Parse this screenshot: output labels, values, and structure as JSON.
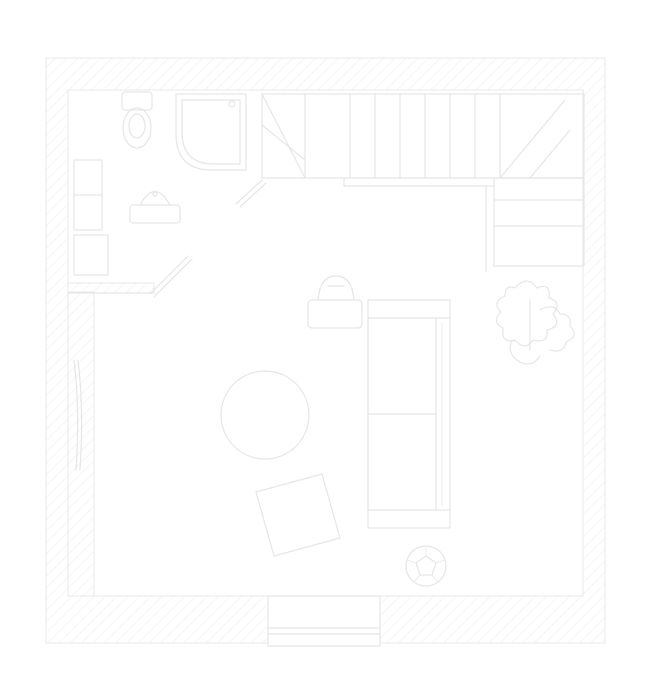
{
  "diagram": {
    "kind": "floor-plan",
    "palette": {
      "background": "#ffffff",
      "line": "#e6e6e6",
      "hatch": "#efefef"
    },
    "elements": [
      "exterior-walls",
      "interior-partition",
      "toilet",
      "bathtub",
      "bathroom-sink",
      "bathroom-door",
      "staircase",
      "bookshelf",
      "potted-plant",
      "armchair",
      "sofa",
      "round-rug",
      "coffee-table",
      "ball",
      "window-bottom",
      "window-left",
      "cabinet"
    ]
  }
}
